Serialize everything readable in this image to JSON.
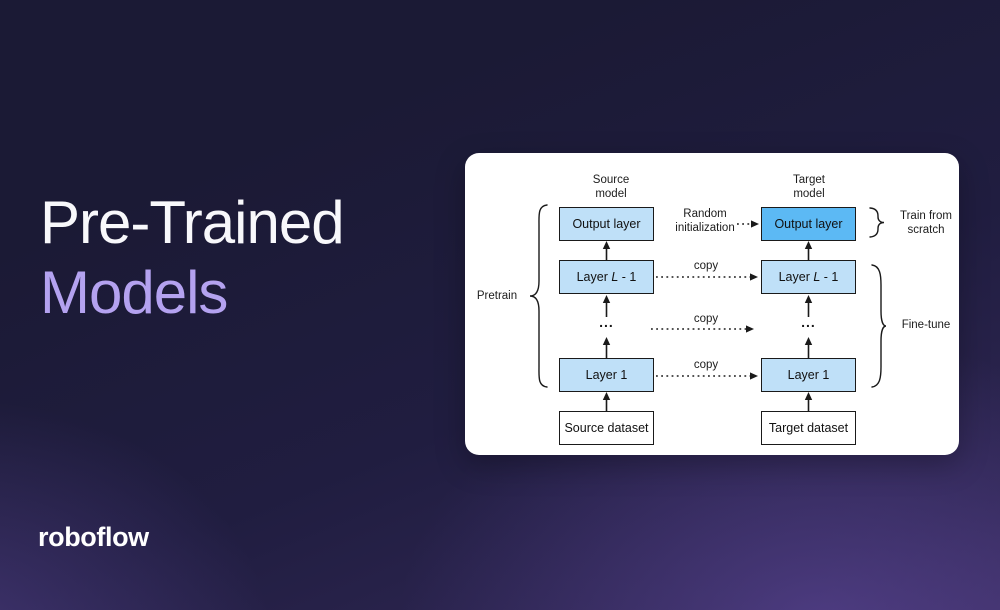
{
  "slide": {
    "title_line1": "Pre-Trained",
    "title_line2": "Models",
    "logo_text": "roboflow"
  },
  "colors": {
    "background_navy": "#1b1a35",
    "background_purple": "#382c5e",
    "title_white": "#f8f8fb",
    "title_accent": "#b4a2f0",
    "card_background": "#ffffff",
    "box_light_blue": "#bfe0f8",
    "box_highlight_blue": "#5cb9f4",
    "diagram_ink": "#1a1a1a"
  },
  "diagram": {
    "headers": {
      "source": {
        "line1": "Source",
        "line2": "model"
      },
      "target": {
        "line1": "Target",
        "line2": "model"
      }
    },
    "source_column": {
      "output_layer": "Output layer",
      "layer_l1": {
        "pre": "Layer ",
        "italic": "L",
        "post": " - 1"
      },
      "ellipsis": "...",
      "layer_1": "Layer 1",
      "dataset": "Source dataset"
    },
    "target_column": {
      "output_layer": "Output layer",
      "layer_l1": {
        "pre": "Layer ",
        "italic": "L",
        "post": " - 1"
      },
      "ellipsis": "...",
      "layer_1": "Layer 1",
      "dataset": "Target dataset"
    },
    "annotations": {
      "pretrain": "Pretrain",
      "random_initialization": {
        "line1": "Random",
        "line2": "initialization"
      },
      "copy_row1": "copy",
      "copy_row2": "copy",
      "copy_row3": "copy",
      "train_from_scratch": {
        "line1": "Train from",
        "line2": "scratch"
      },
      "fine_tune": "Fine-tune"
    }
  }
}
